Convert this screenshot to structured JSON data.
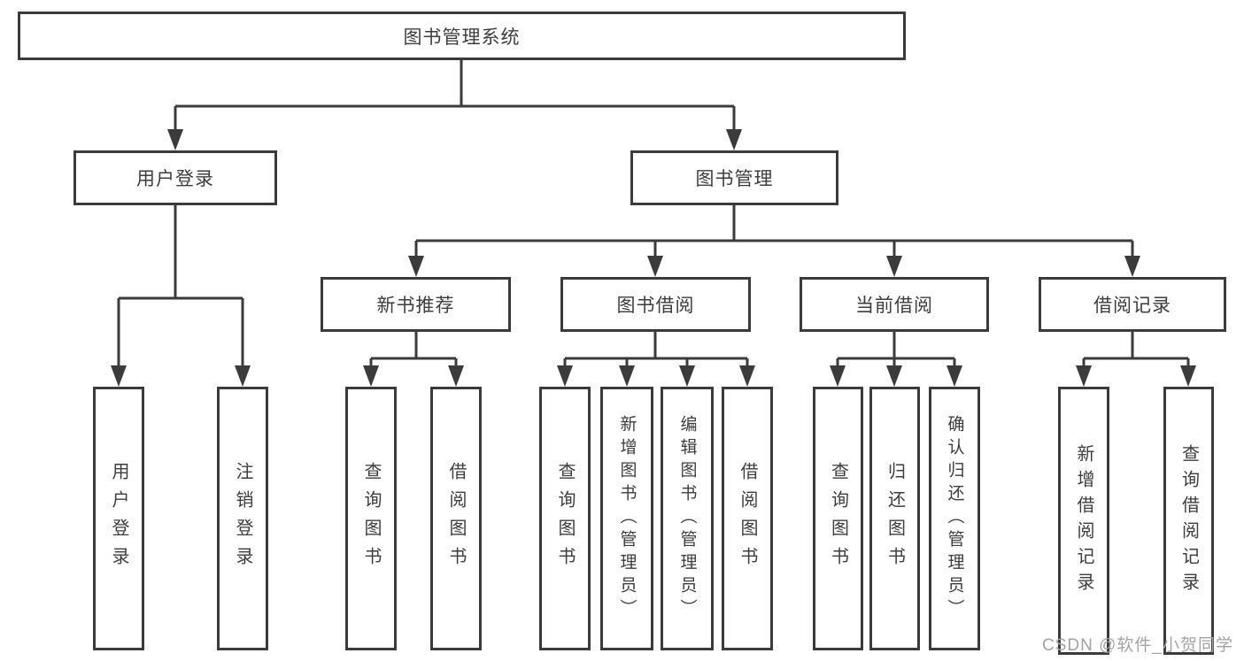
{
  "diagram": {
    "root": {
      "label": "图书管理系统",
      "children": [
        {
          "label": "用户登录",
          "children": [
            {
              "label": "用户登录"
            },
            {
              "label": "注销登录"
            }
          ]
        },
        {
          "label": "图书管理",
          "children": [
            {
              "label": "新书推荐",
              "children": [
                {
                  "label": "查询图书"
                },
                {
                  "label": "借阅图书"
                }
              ]
            },
            {
              "label": "图书借阅",
              "children": [
                {
                  "label": "查询图书"
                },
                {
                  "label": "新增图书（管理员）"
                },
                {
                  "label": "编辑图书（管理员）"
                },
                {
                  "label": "借阅图书"
                }
              ]
            },
            {
              "label": "当前借阅",
              "children": [
                {
                  "label": "查询图书"
                },
                {
                  "label": "归还图书"
                },
                {
                  "label": "确认归还（管理员）"
                }
              ]
            },
            {
              "label": "借阅记录",
              "children": [
                {
                  "label": "新增借阅记录"
                },
                {
                  "label": "查询借阅记录"
                }
              ]
            }
          ]
        }
      ]
    }
  },
  "watermark": "CSDN @软件_小贺同学",
  "colors": {
    "line": "#3b3b3b",
    "text": "#3d3d40",
    "watermark": "#a3a3a3",
    "background": "#ffffff"
  }
}
